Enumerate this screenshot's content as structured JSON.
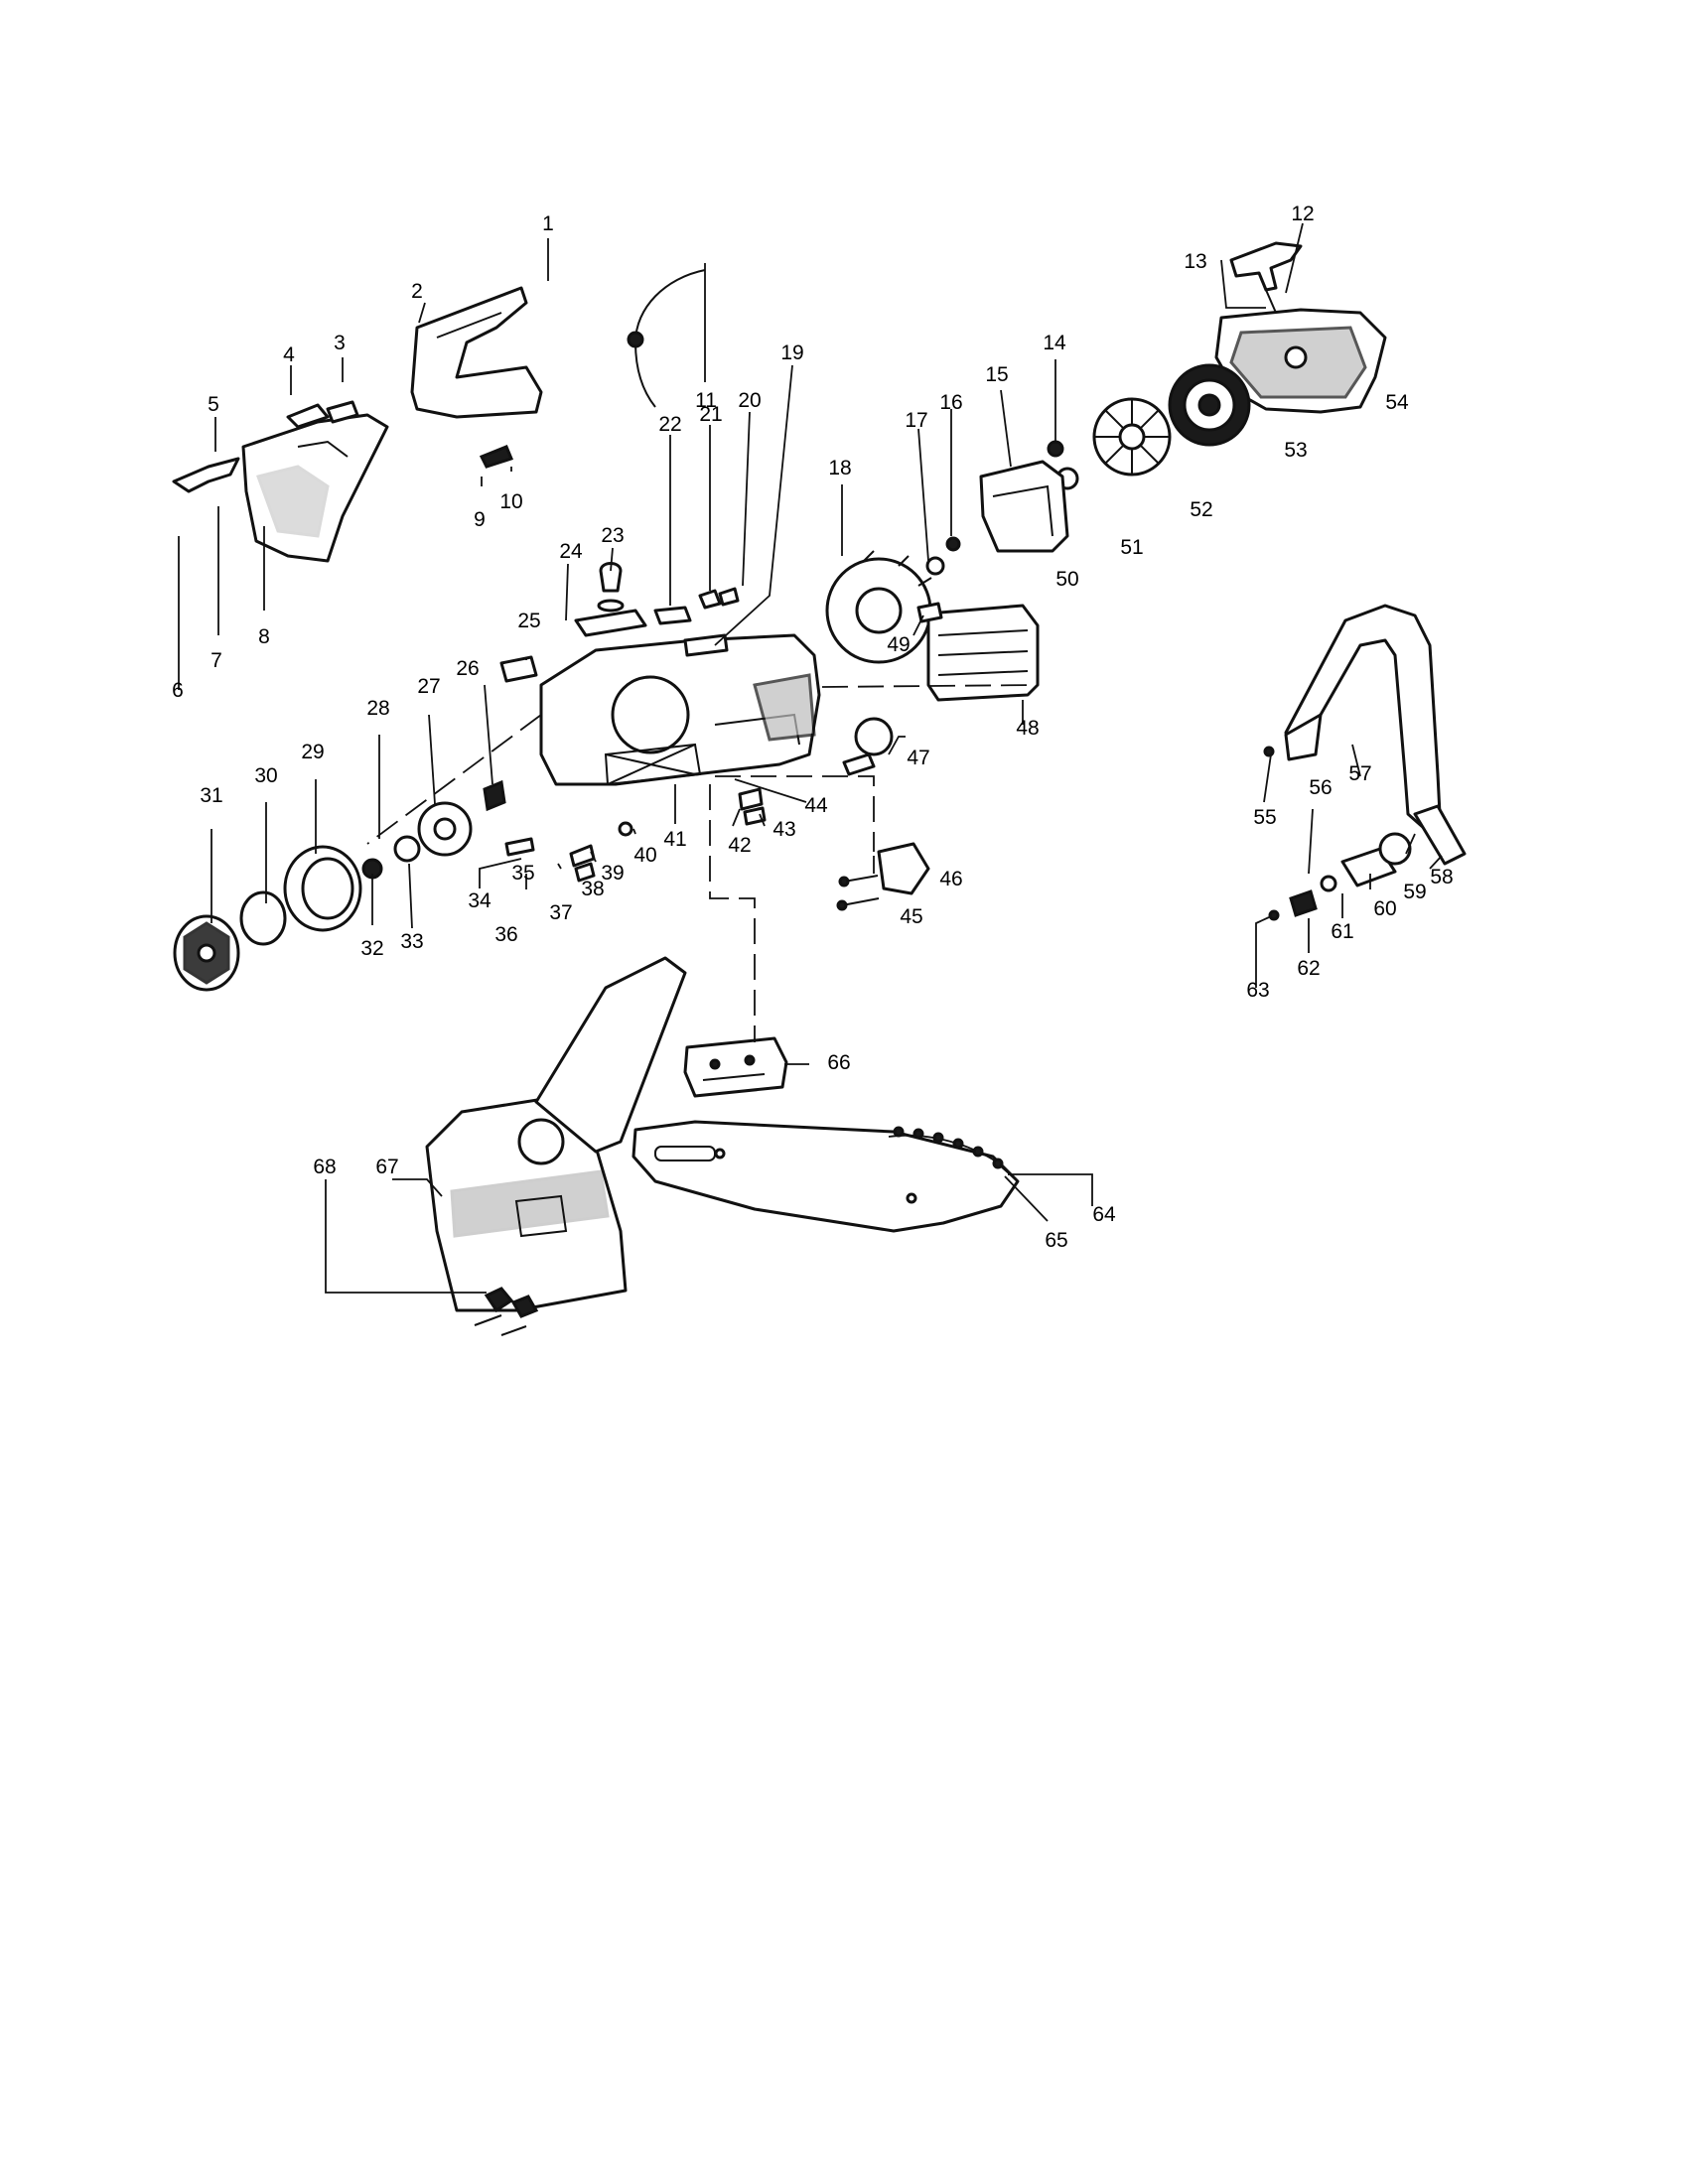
{
  "diagram": {
    "type": "exploded-parts-diagram",
    "callouts": [
      "1",
      "2",
      "3",
      "4",
      "5",
      "6",
      "7",
      "8",
      "9",
      "10",
      "11",
      "12",
      "13",
      "14",
      "15",
      "16",
      "17",
      "18",
      "19",
      "20",
      "21",
      "22",
      "23",
      "24",
      "25",
      "26",
      "27",
      "28",
      "29",
      "30",
      "31",
      "32",
      "33",
      "34",
      "35",
      "36",
      "37",
      "38",
      "39",
      "40",
      "41",
      "42",
      "43",
      "44",
      "45",
      "46",
      "47",
      "48",
      "49",
      "50",
      "51",
      "52",
      "53",
      "54",
      "55",
      "56",
      "57",
      "58",
      "59",
      "60",
      "61",
      "62",
      "63",
      "64",
      "65",
      "66",
      "67",
      "68"
    ]
  }
}
